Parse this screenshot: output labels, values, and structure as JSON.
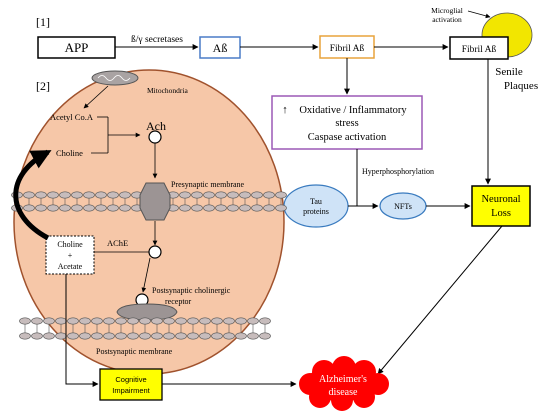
{
  "labels": {
    "marker1": "[1]",
    "marker2": "[2]",
    "app": "APP",
    "secretases": "ß/γ secretases",
    "abeta": "Aß",
    "fibril1": "Fibril Aß",
    "fibril2": "Fibril Aß",
    "microglial_line1": "Microglial",
    "microglial_line2": "activation",
    "senile_line1": "Senile",
    "senile_line2": "Plaques",
    "oxidative_line1": "Oxidative / Inflammatory",
    "oxidative_line2": "stress",
    "oxidative_line3": "Caspase activation",
    "hyperphos": "Hyperphosphorylation",
    "tau_line1": "Tau",
    "tau_line2": "proteins",
    "nfts": "NFTs",
    "neuronal_line1": "Neuronal",
    "neuronal_line2": "Loss",
    "mitochondria": "Mitochondria",
    "acetyl_coa": "Acetyl Co.A",
    "ach": "Ach",
    "choline": "Choline",
    "presynaptic": "Presynaptic membrane",
    "ache": "AChE",
    "choline_acetate_line1": "Choline",
    "choline_acetate_line2": "+",
    "choline_acetate_line3": "Acetate",
    "postsyn_receptor_line1": "Postsynaptic cholinergic",
    "postsyn_receptor_line2": "receptor",
    "postsynaptic": "Postsynaptic  membrane",
    "cognitive_line1": "Cognitive",
    "cognitive_line2": "Impairment",
    "alzheimer_line1": "Alzheimer's",
    "alzheimer_line2": "disease"
  },
  "colors": {
    "cell_fill": "#f6c7a8",
    "cell_stroke": "#a0522d",
    "abeta_box": "#4a7cc7",
    "fibril_box": "#e8a33c",
    "oxidative_box": "#9b59b6",
    "yellow": "#ffff00",
    "plaque": "#f2e600",
    "tau_fill": "#cfe3f7",
    "tau_stroke": "#3a7bbf",
    "membrane": "#c7bcbc",
    "alzheimer": "#ff0000"
  }
}
